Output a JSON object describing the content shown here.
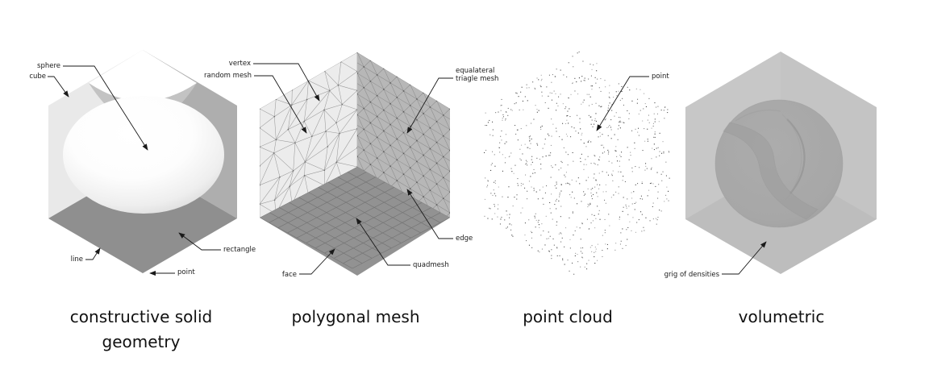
{
  "figure": {
    "background": "#ffffff",
    "label_color": "#1a1a1a",
    "panels": [
      {
        "id": "constructive-solid-geometry",
        "title": "constructive solid geometry",
        "labels": [
          {
            "text": "sphere"
          },
          {
            "text": "cube"
          },
          {
            "text": "line"
          },
          {
            "text": "point"
          },
          {
            "text": "rectangle"
          }
        ],
        "colors": {
          "left_face": "#e9e9e9",
          "right_face": "#aeaeae",
          "bottom_face": "#8f8f8f",
          "sphere": "#ffffff"
        }
      },
      {
        "id": "polygonal-mesh",
        "title": "polygonal mesh",
        "labels": [
          {
            "text": "vertex"
          },
          {
            "text": "random mesh"
          },
          {
            "text": "equalateral\ntriagle mesh"
          },
          {
            "text": "edge"
          },
          {
            "text": "quadmesh"
          },
          {
            "text": "face"
          }
        ],
        "colors": {
          "left_face": "#ececec",
          "right_face": "#b7b7b7",
          "bottom_face": "#929292"
        }
      },
      {
        "id": "point-cloud",
        "title": "point cloud",
        "labels": [
          {
            "text": "point"
          }
        ],
        "point_count": 820,
        "dot_color": "#3a3a3a"
      },
      {
        "id": "volumetric",
        "title": "volumetric",
        "labels": [
          {
            "text": "grig of densities"
          }
        ],
        "colors": {
          "block": "#c4c4c4",
          "sphere": "#a8a8a8"
        }
      }
    ]
  }
}
